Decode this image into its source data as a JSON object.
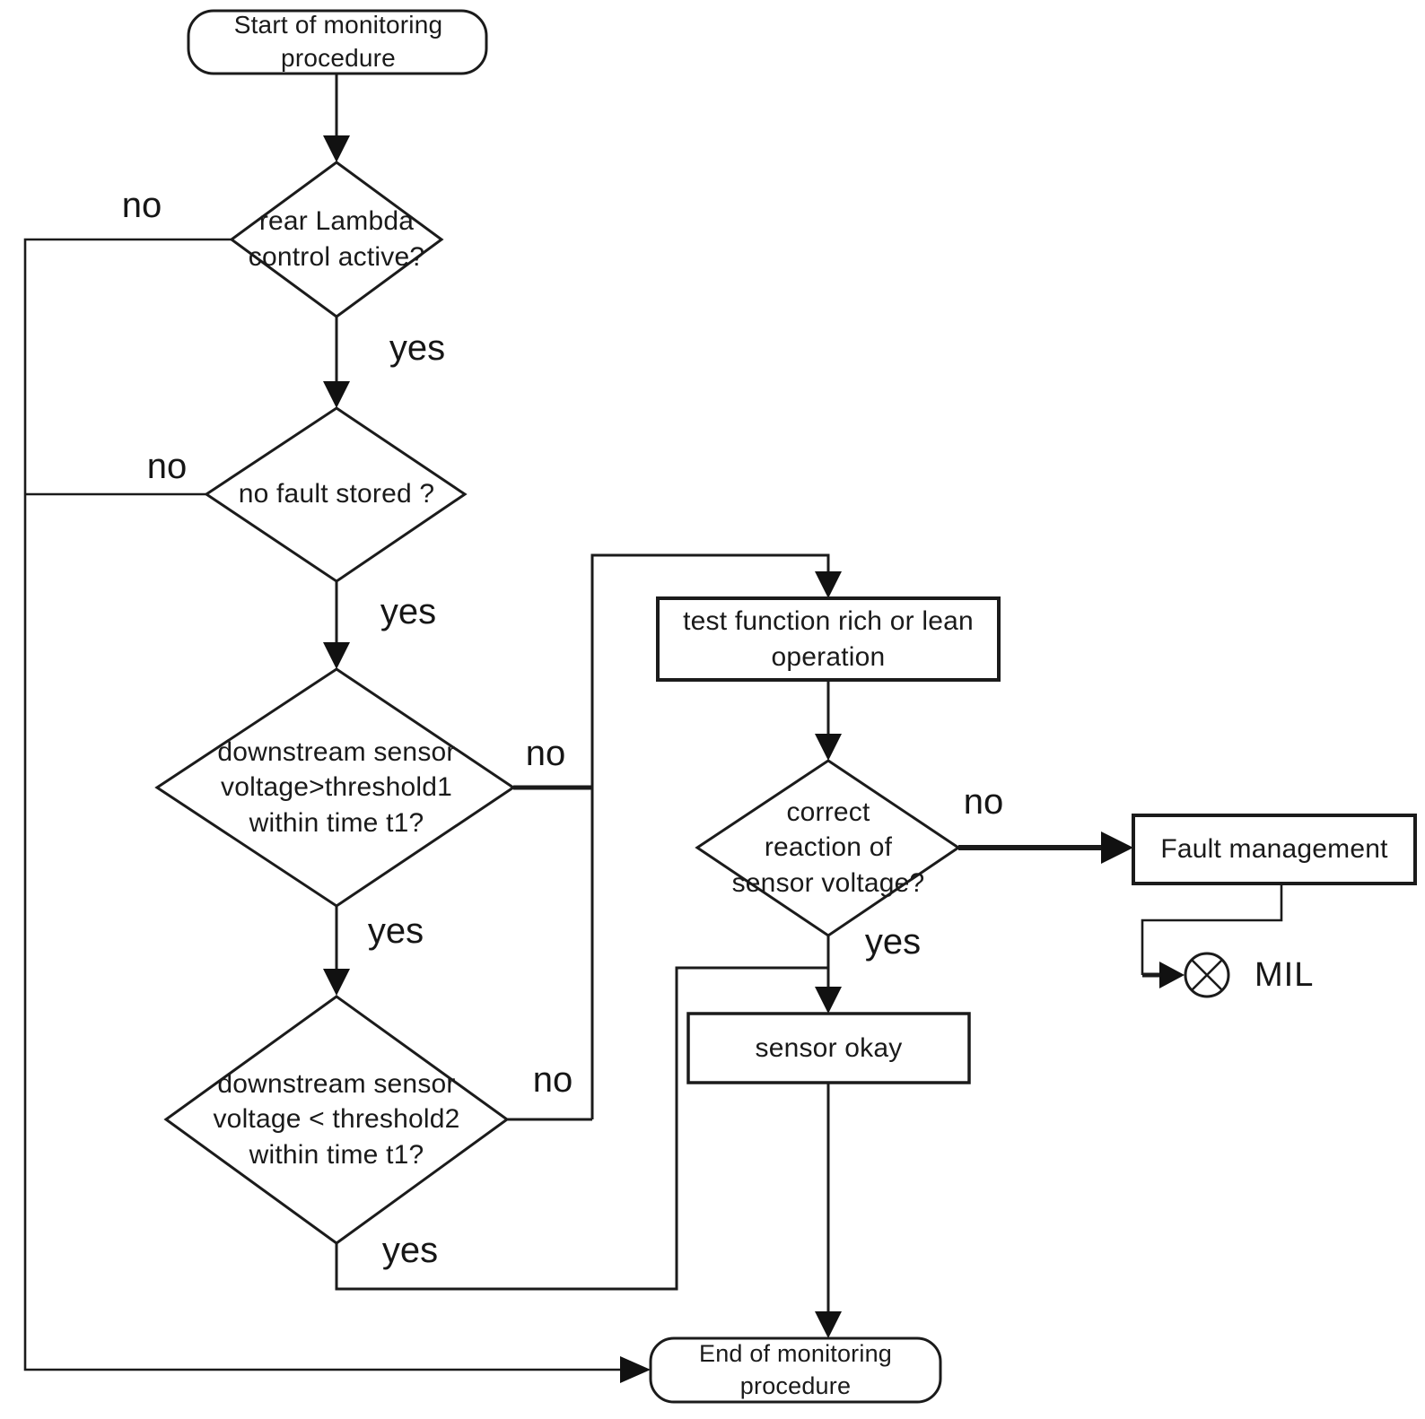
{
  "flowchart": {
    "nodes": {
      "start": "Start of monitoring procedure",
      "rear_lambda": "rear Lambda\ncontrol active?",
      "no_fault": "no fault stored ?",
      "threshold1": "downstream sensor\nvoltage>threshold1\nwithin time t1?",
      "threshold2": "downstream sensor\nvoltage < threshold2\nwithin time t1?",
      "test_function": "test function rich or lean\noperation",
      "correct_reaction": "correct\nreaction of\nsensor voltage?",
      "fault_management": "Fault management",
      "sensor_okay": "sensor okay",
      "end": "End of monitoring procedure",
      "mil": "MIL"
    },
    "edge_labels": {
      "d1_no": "no",
      "d1_yes": "yes",
      "d2_no": "no",
      "d2_yes": "yes",
      "d3_no": "no",
      "d3_yes": "yes",
      "d4_no": "no",
      "d4_yes": "yes",
      "d5_no": "no",
      "d5_yes": "yes"
    },
    "colors": {
      "line": "#1b1b1b",
      "text": "#1a1a1a",
      "background": "#ffffff"
    }
  }
}
